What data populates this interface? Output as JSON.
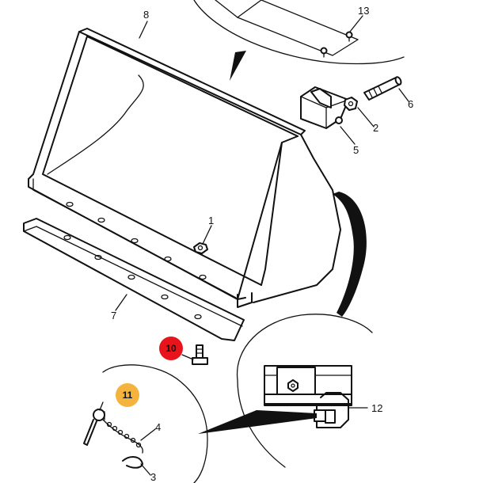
{
  "callouts": [
    {
      "id": "c1",
      "text": "1"
    },
    {
      "id": "c2",
      "text": "2"
    },
    {
      "id": "c3",
      "text": "3"
    },
    {
      "id": "c4",
      "text": "4"
    },
    {
      "id": "c5",
      "text": "5"
    },
    {
      "id": "c6",
      "text": "6"
    },
    {
      "id": "c7",
      "text": "7"
    },
    {
      "id": "c8",
      "text": "8"
    },
    {
      "id": "c12",
      "text": "12"
    },
    {
      "id": "c13",
      "text": "13"
    }
  ],
  "badges": [
    {
      "id": "b10",
      "text": "10",
      "color": "#e8141b",
      "text_color": "#111111"
    },
    {
      "id": "b11",
      "text": "11",
      "color": "#f4b33c",
      "text_color": "#111111"
    }
  ]
}
